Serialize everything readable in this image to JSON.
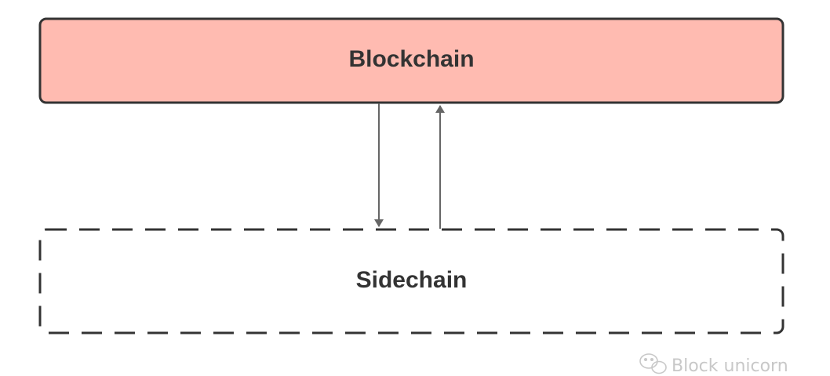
{
  "diagram": {
    "nodes": [
      {
        "id": "blockchain",
        "label": "Blockchain",
        "style": "solid",
        "fill": "#ffbbb1"
      },
      {
        "id": "sidechain",
        "label": "Sidechain",
        "style": "dashed",
        "fill": "#ffffff"
      }
    ],
    "edges": [
      {
        "from": "blockchain",
        "to": "sidechain"
      },
      {
        "from": "sidechain",
        "to": "blockchain"
      }
    ]
  },
  "watermark": {
    "text": "Block unicorn",
    "icon": "wechat-icon"
  },
  "colors": {
    "blockchain_fill": "#ffbbb1",
    "border": "#333333",
    "arrow": "#666666",
    "watermark": "#c8c8c8"
  }
}
